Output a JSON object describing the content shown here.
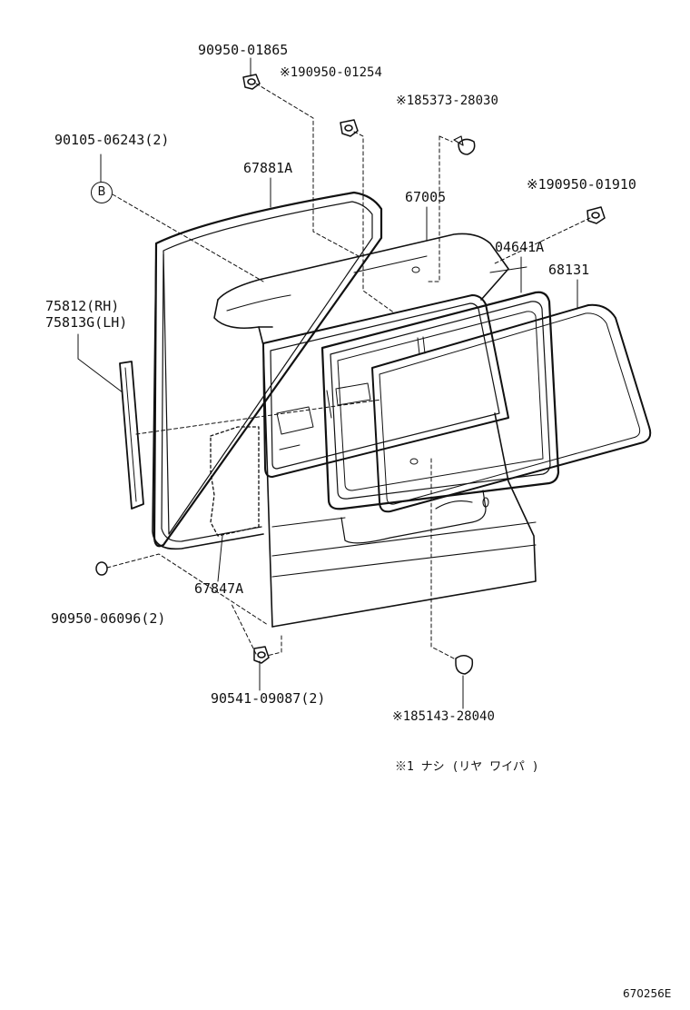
{
  "labels": {
    "p_90950_01865": "90950-01865",
    "p_90950_01254": "※190950-01254",
    "p_85373_28030": "※185373-28030",
    "p_90105_06243": "90105-06243(2)",
    "p_67881A": "67881A",
    "p_67005": "67005",
    "p_90950_01910": "※190950-01910",
    "p_04641A": "04641A",
    "p_68131": "68131",
    "p_75812": "75812(RH)",
    "p_75813G": "75813G(LH)",
    "p_67847A": "67847A",
    "p_90950_06096": "90950-06096(2)",
    "p_90541_09087": "90541-09087(2)",
    "p_85143_28040": "※185143-28040"
  },
  "badge": "B",
  "footnote": "※1 ナシ (リヤ ワイパ )",
  "drawing_code": "670256E"
}
